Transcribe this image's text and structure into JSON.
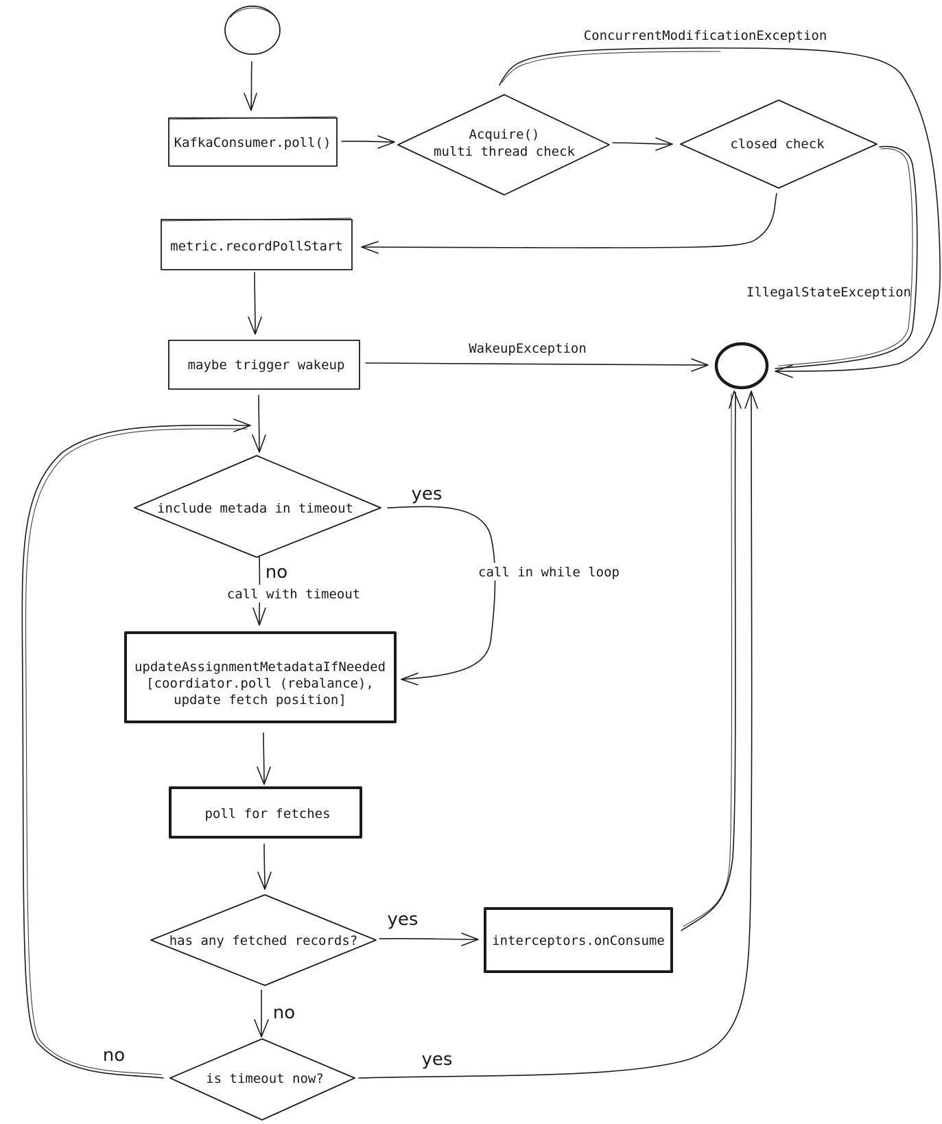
{
  "nodes": {
    "start": {
      "shape": "circle"
    },
    "poll": {
      "label": "KafkaConsumer.poll()"
    },
    "acquire": {
      "label_line1": "Acquire()",
      "label_line2": "multi thread check"
    },
    "closed_check": {
      "label": "closed check"
    },
    "record_poll_start": {
      "label": "metric.recordPollStart"
    },
    "maybe_wakeup": {
      "label": "maybe trigger wakeup"
    },
    "include_metadata": {
      "label": "include metada in timeout"
    },
    "update_metadata": {
      "label_line1": "updateAssignmentMetadataIfNeeded",
      "label_line2": "[coordiator.poll (rebalance),",
      "label_line3": "update fetch position]"
    },
    "poll_fetches": {
      "label": "poll for fetches"
    },
    "has_records": {
      "label": "has any fetched records?"
    },
    "interceptors": {
      "label": "interceptors.onConsume"
    },
    "is_timeout": {
      "label": "is timeout now?"
    },
    "end": {
      "shape": "circle"
    }
  },
  "edge_labels": {
    "concurrent_exception": "ConcurrentModificationException",
    "illegal_state_exception": "IllegalStateException",
    "wakeup_exception": "WakeupException",
    "metadata_yes": "yes",
    "metadata_yes_action": "call in while loop",
    "metadata_no": "no",
    "metadata_no_action": "call with timeout",
    "records_yes": "yes",
    "records_no": "no",
    "timeout_yes": "yes",
    "timeout_no": "no"
  }
}
